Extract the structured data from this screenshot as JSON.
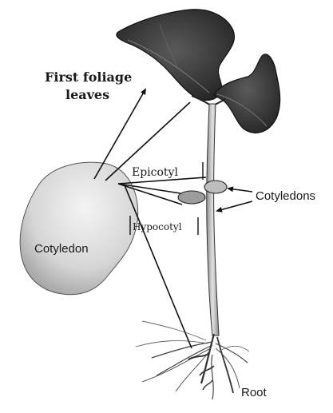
{
  "labels": {
    "first_foliage_line1": "First foliage",
    "first_foliage_line2": "leaves",
    "epicotyl": "Epicotyl",
    "cotyledons": "Cotyledons",
    "cotyledon": "Cotyledon",
    "hypocotyl": "Hypocotyl",
    "root": "Root"
  },
  "colors": {
    "ink": "#111111",
    "leaf_dark": "#3a3a3a",
    "seed_fill": "#d2d2d2",
    "stem_fill": "#c4c4c4"
  }
}
